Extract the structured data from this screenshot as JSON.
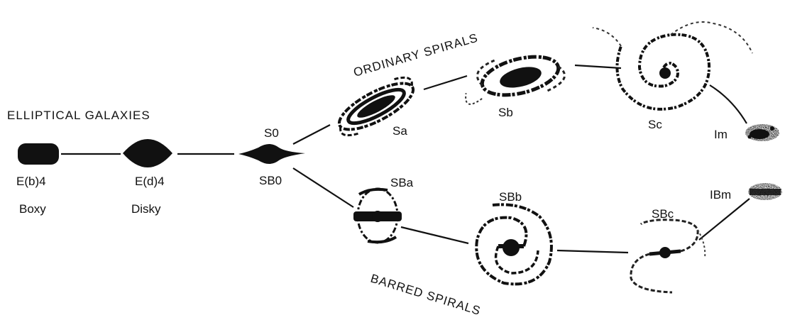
{
  "headings": {
    "elliptical": "ELLIPTICAL  GALAXIES",
    "ordinary": "ORDINARY  SPIRALS",
    "barred": "BARRED  SPIRALS"
  },
  "ellipticals": [
    {
      "label": "E(b)4",
      "sublabel": "Boxy"
    },
    {
      "label": "E(d)4",
      "sublabel": "Disky"
    }
  ],
  "lenticular": {
    "upper_label": "S0",
    "lower_label": "SB0"
  },
  "ordinary_spirals": [
    "Sa",
    "Sb",
    "Sc",
    "Im"
  ],
  "barred_spirals": [
    "SBa",
    "SBb",
    "SBc",
    "IBm"
  ]
}
